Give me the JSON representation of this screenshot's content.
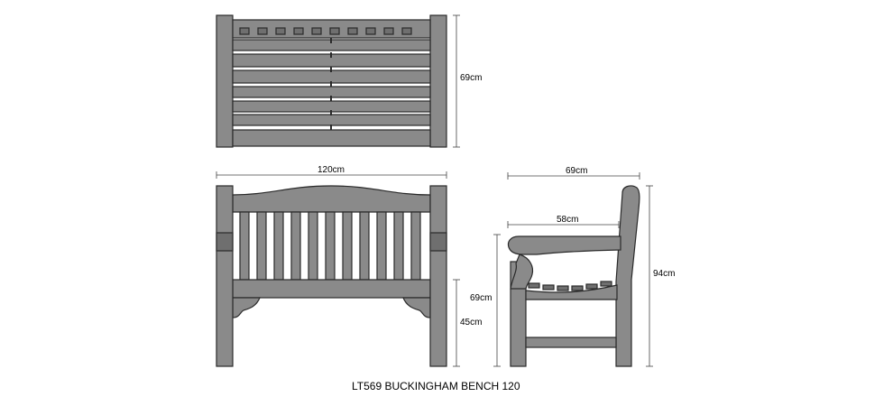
{
  "title": "LT569 BUCKINGHAM BENCH 120",
  "dimensions": {
    "top_depth": "69cm",
    "front_width": "120cm",
    "front_seat_height": "45cm",
    "side_depth": "69cm",
    "side_seat_depth": "58cm",
    "side_arm_height": "69cm",
    "side_total_height": "94cm"
  },
  "colors": {
    "wood": "#8a8a8a",
    "outline": "#2a2a2a",
    "background": "#ffffff"
  }
}
